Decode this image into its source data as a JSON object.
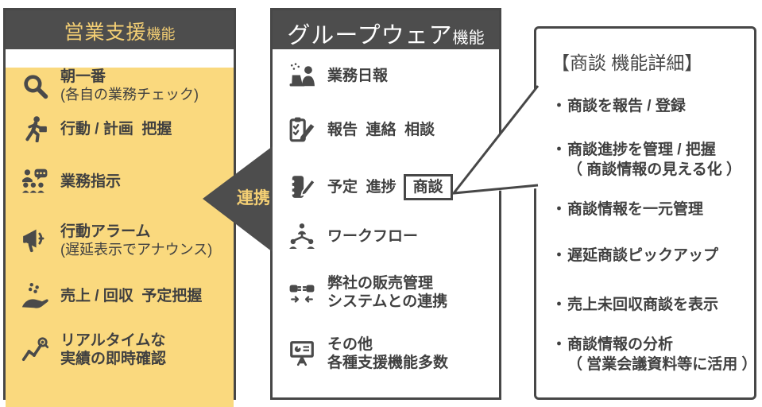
{
  "colors": {
    "dark": "#4D4D4D",
    "border": "#474747",
    "panel_yellow": "#FAD97E",
    "title_yellow": "#F4CF74",
    "text_gray": "#404040",
    "white": "#FFFFFF"
  },
  "left_panel": {
    "title": "営業支援",
    "title_suffix": "機能",
    "items": [
      {
        "icon": "search",
        "lines": [
          {
            "text": "朝一番",
            "bold": true
          },
          {
            "text": "(各自の業務チェック)",
            "bold": false
          }
        ]
      },
      {
        "icon": "running-person",
        "lines": [
          {
            "text": "行動 / 計画  把握",
            "bold": true
          }
        ]
      },
      {
        "icon": "people-chat",
        "lines": [
          {
            "text": "業務指示",
            "bold": true
          }
        ]
      },
      {
        "icon": "megaphone",
        "lines": [
          {
            "text": "行動アラーム",
            "bold": true
          },
          {
            "text": "(遅延表示でアナウンス)",
            "bold": false
          }
        ]
      },
      {
        "icon": "hand-coins",
        "lines": [
          {
            "text": "売上 / 回収  予定把握",
            "bold": true
          }
        ]
      },
      {
        "icon": "chart-magnifier",
        "lines": [
          {
            "text": "リアルタイムな",
            "bold": true
          },
          {
            "text": "実績の即時確認",
            "bold": true
          }
        ]
      }
    ]
  },
  "link_arrow": {
    "label": "連携"
  },
  "middle_panel": {
    "title": "グループウェア",
    "title_suffix": "機能",
    "items": [
      {
        "icon": "person-desk",
        "lines": [
          {
            "text": "業務日報",
            "bold": true
          }
        ]
      },
      {
        "icon": "clipboard-pencil",
        "lines": [
          {
            "text": "報告  連絡  相談",
            "bold": true
          }
        ]
      },
      {
        "icon": "notebook-pencil",
        "pre": "予定  進捗",
        "boxed": "商談"
      },
      {
        "icon": "workflow",
        "lines": [
          {
            "text": "ワークフロー",
            "bold": true
          }
        ]
      },
      {
        "icon": "plug-link",
        "lines": [
          {
            "text": "弊社の販売管理",
            "bold": true
          },
          {
            "text": "システムとの連携",
            "bold": true
          }
        ]
      },
      {
        "icon": "presentation-board",
        "lines": [
          {
            "text": "その他",
            "bold": true
          },
          {
            "text": "各種支援機能多数",
            "bold": true
          }
        ]
      }
    ]
  },
  "detail_panel": {
    "title": "【商談 機能詳細】",
    "bullet_char": "・",
    "bullets": [
      {
        "lines": [
          "商談を報告 / 登録"
        ]
      },
      {
        "lines": [
          "商談進捗を管理 / 把握",
          "（ 商談情報の見える化 ）"
        ]
      },
      {
        "lines": [
          "商談情報を一元管理"
        ]
      },
      {
        "lines": [
          "遅延商談ピックアップ"
        ]
      },
      {
        "lines": [
          "売上未回収商談を表示"
        ]
      },
      {
        "lines": [
          "商談情報の分析",
          "（ 営業会議資料等に活用 ）"
        ]
      }
    ]
  }
}
